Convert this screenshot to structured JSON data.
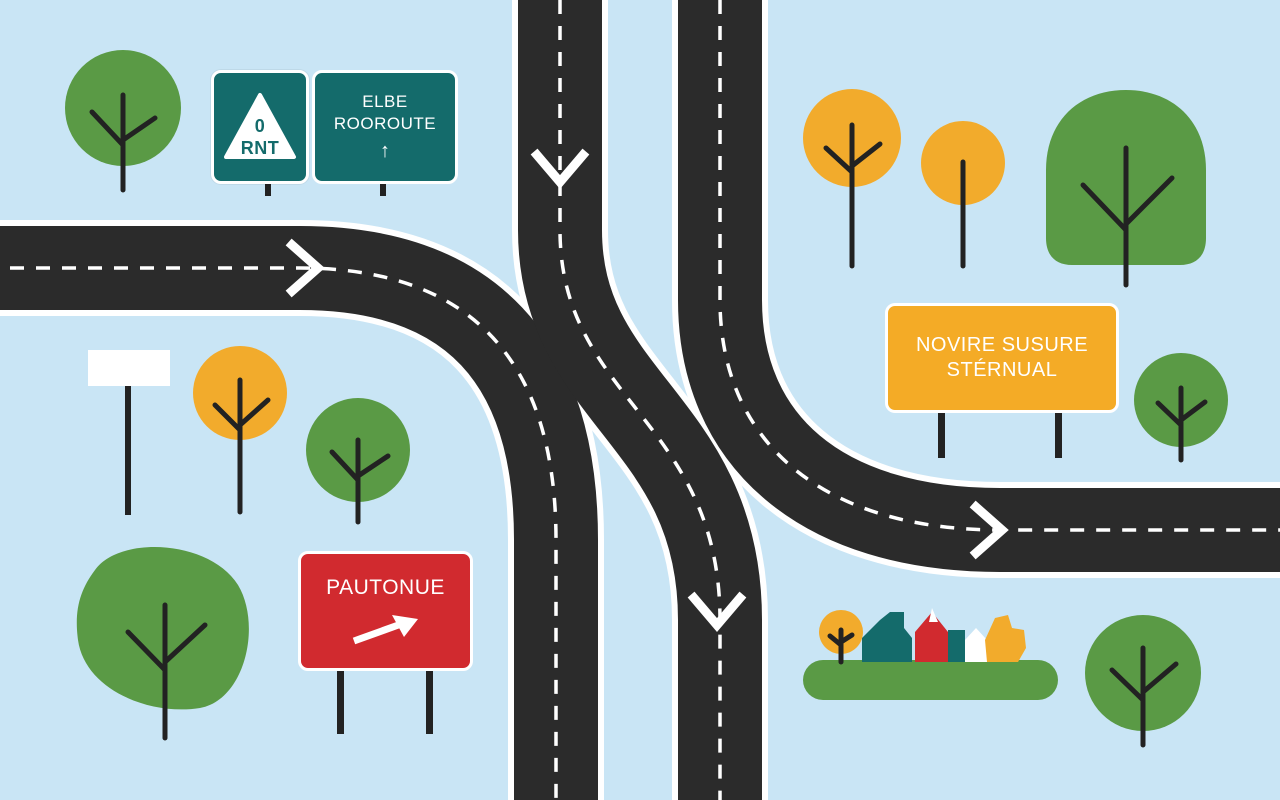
{
  "scene": {
    "colors": {
      "sky": "#c9e5f5",
      "road": "#2b2b2b",
      "tree_green": "#5a9a45",
      "tree_orange": "#f2ab2c",
      "sign_teal": "#146b6b",
      "sign_red": "#d12a2f",
      "sign_yellow": "#f4ab26"
    }
  },
  "signs": {
    "triangle": {
      "line1": "0",
      "line2": "RNT"
    },
    "teal_route": {
      "line1": "ELBE",
      "line2": "ROOROUTE",
      "arrow": "↑"
    },
    "yellow": {
      "line1": "NOVIRE SUSURE",
      "line2": "STÉRNUAL"
    },
    "red": {
      "label": "PAUTONUE"
    },
    "blank": {
      "label": ""
    }
  }
}
